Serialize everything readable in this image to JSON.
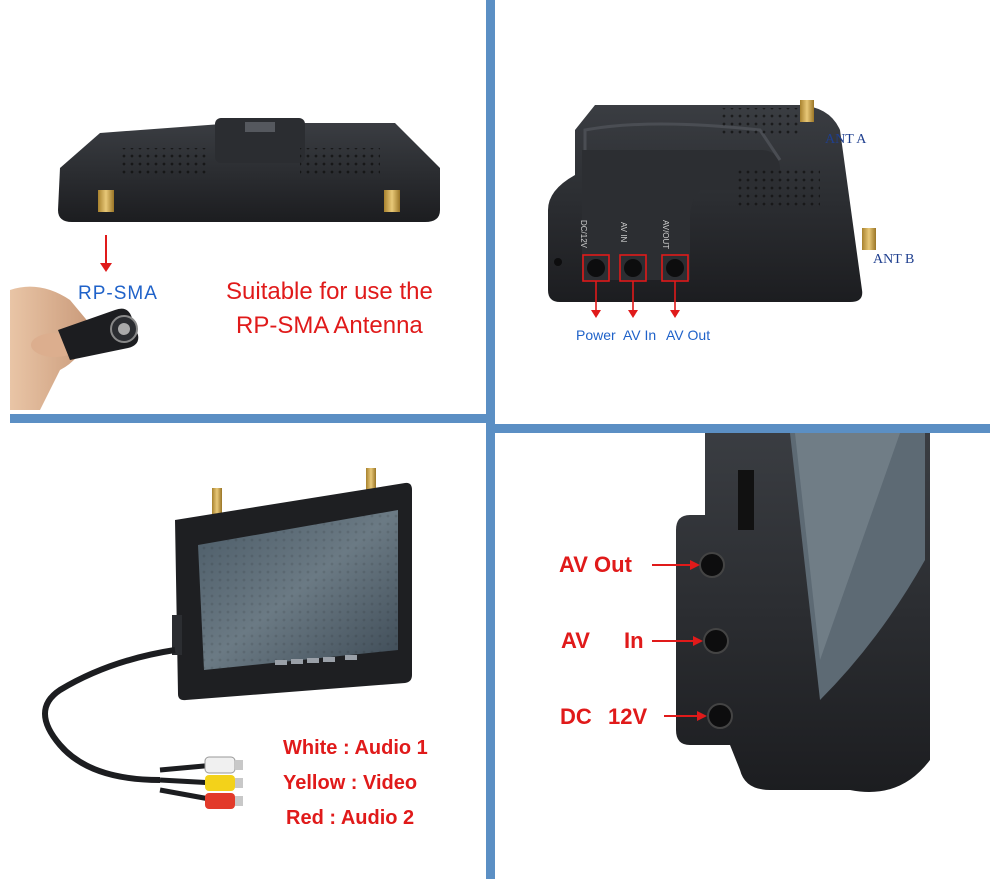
{
  "panel1": {
    "connector_label": "RP-SMA",
    "note_line1": "Suitable for use the",
    "note_line2": "RP-SMA Antenna"
  },
  "panel2": {
    "ant_a": "ANT A",
    "ant_b": "ANT B",
    "port_power": "Power",
    "port_av_in": "AV In",
    "port_av_out": "AV Out",
    "jack_dc": "DC/12V",
    "jack_avin": "AV IN",
    "jack_avout": "AV/OUT"
  },
  "panel3": {
    "legend": [
      "White : Audio 1",
      "Yellow : Video",
      "Red : Audio 2"
    ]
  },
  "panel4": {
    "av_out": "AV Out",
    "av_in_a": "AV",
    "av_in_b": "In",
    "dc_a": "DC",
    "dc_b": "12V"
  },
  "colors": {
    "divider": "#5b8fc4",
    "label_blue": "#1f62c9",
    "label_red": "#e01a1a"
  }
}
